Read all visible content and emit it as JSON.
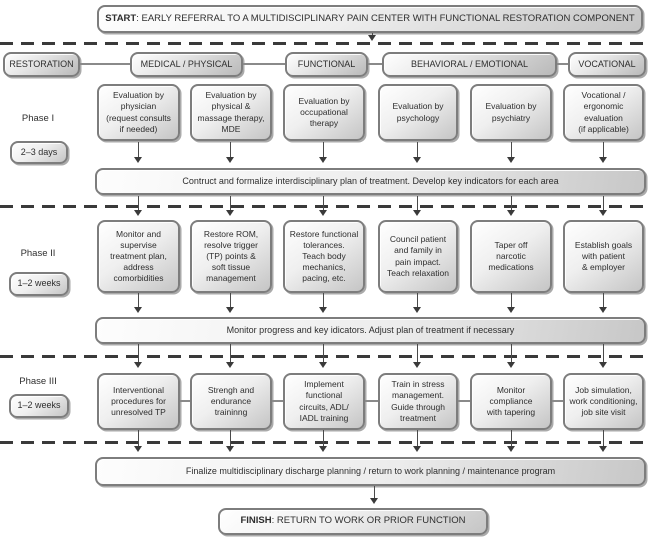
{
  "start": {
    "prefix": "START",
    "rest": ": EARLY REFERRAL TO A MULTIDISCIPLINARY PAIN CENTER WITH FUNCTIONAL RESTORATION COMPONENT"
  },
  "finish": {
    "prefix": "FINISH",
    "rest": ": RETURN TO WORK OR PRIOR FUNCTION"
  },
  "headers": [
    "RESTORATION",
    "MEDICAL / PHYSICAL",
    "FUNCTIONAL",
    "BEHAVIORAL / EMOTIONAL",
    "VOCATIONAL"
  ],
  "phases": [
    {
      "name": "Phase I",
      "duration": "2–3 days",
      "boxes": [
        "Evaluation by\nphysician\n(request consults\nif needed)",
        "Evaluation by\nphysical &\nmassage therapy,\nMDE",
        "Evaluation by\noccupational\ntherapy",
        "Evaluation by\npsychology",
        "Evaluation by\npsychiatry",
        "Vocational /\nergonomic\nevaluation\n(if applicable)"
      ]
    },
    {
      "name": "Phase II",
      "duration": "1–2 weeks",
      "boxes": [
        "Monitor and\nsupervise\ntreatment plan,\naddress\ncomorbidities",
        "Restore ROM,\nresolve trigger\n(TP) points &\nsoft tissue\nmanagement",
        "Restore functional\ntolerances.\nTeach body\nmechanics,\npacing, etc.",
        "Council patient\nand family in\npain impact.\nTeach relaxation",
        "Taper off\nnarcotic\nmedications",
        "Establish goals\nwith patient\n& employer"
      ]
    },
    {
      "name": "Phase III",
      "duration": "1–2 weeks",
      "boxes": [
        "Interventional\nprocedures for\nunresolved TP",
        "Strengh and\nendurance\ntraininng",
        "Implement\nfunctional\ncircuits, ADL/\nIADL training",
        "Train in stress\nmanagement.\nGuide through\ntreatment",
        "Monitor\ncompliance\nwith tapering",
        "Job simulation,\nwork conditioning,\njob site visit"
      ]
    }
  ],
  "bars": [
    "Contruct and formalize interdisciplinary plan of treatment. Develop key indicators for each area",
    "Monitor progress and key idicators. Adjust plan of treatment if necessary",
    "Finalize multidisciplinary discharge planning / return to work planning / maintenance program"
  ],
  "colors": {
    "background": "#ffffff",
    "box_border": "#7d7d7d",
    "box_fill_light": "#ffffff",
    "box_fill_dark": "#c5c5c5",
    "dash_line": "#3a3a3a",
    "arrow": "#4a4a4a",
    "text": "#2e2e2e"
  }
}
